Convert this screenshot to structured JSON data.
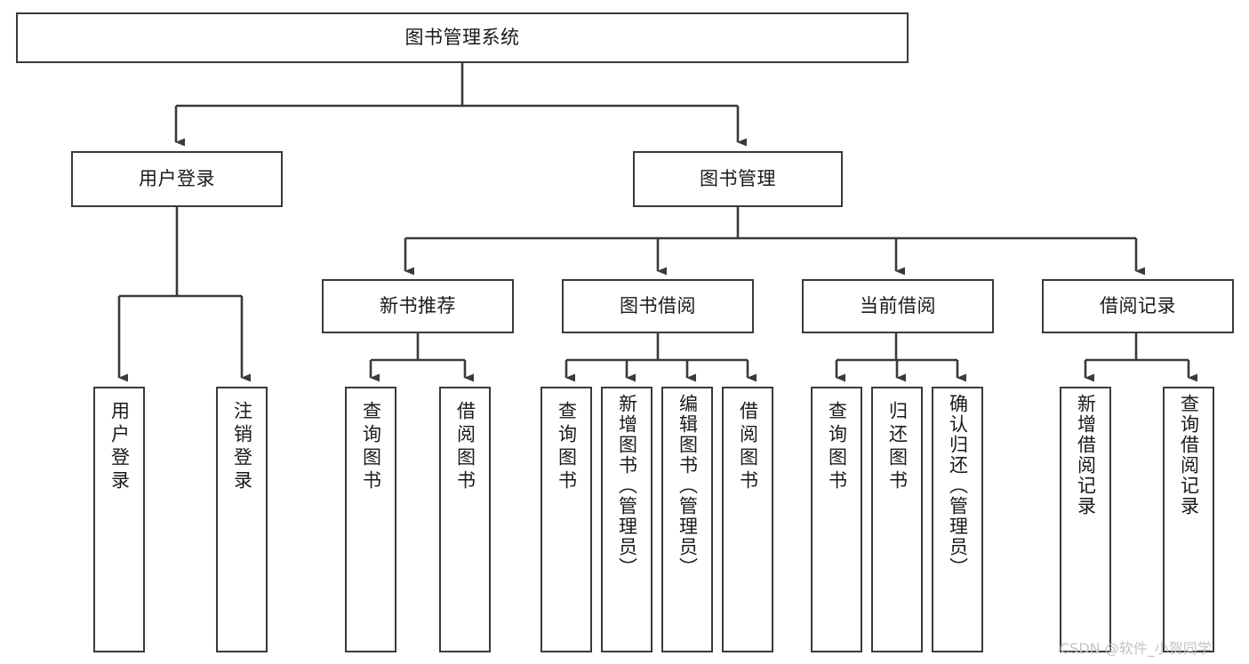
{
  "diagram": {
    "title": "图书管理系统",
    "type": "tree-hierarchy-chart",
    "orientation": "top-down",
    "box_border_color": "#3a3a3a",
    "box_fill_color": "#ffffff",
    "connector_color": "#3a3a3a",
    "text_color": "#1a1a1a",
    "background_color": "#ffffff"
  },
  "root": {
    "label": "图书管理系统"
  },
  "level2": [
    {
      "label": "用户登录"
    },
    {
      "label": "图书管理"
    }
  ],
  "level3": [
    {
      "label": "新书推荐"
    },
    {
      "label": "图书借阅"
    },
    {
      "label": "当前借阅"
    },
    {
      "label": "借阅记录"
    }
  ],
  "leaves": {
    "user_login": [
      {
        "label": "用户登录"
      },
      {
        "label": "注销登录"
      }
    ],
    "new_book_recommend": [
      {
        "label": "查询图书"
      },
      {
        "label": "借阅图书"
      }
    ],
    "book_borrow": [
      {
        "label": "查询图书"
      },
      {
        "label": "新增图书（管理员）"
      },
      {
        "label": "编辑图书（管理员）"
      },
      {
        "label": "借阅图书"
      }
    ],
    "current_borrow": [
      {
        "label": "查询图书"
      },
      {
        "label": "归还图书"
      },
      {
        "label": "确认归还（管理员）"
      }
    ],
    "borrow_record": [
      {
        "label": "新增借阅记录"
      },
      {
        "label": "查询借阅记录"
      }
    ]
  },
  "watermark": {
    "text": "CSDN @软件_小贺同学",
    "color": "#c3c3c3"
  }
}
